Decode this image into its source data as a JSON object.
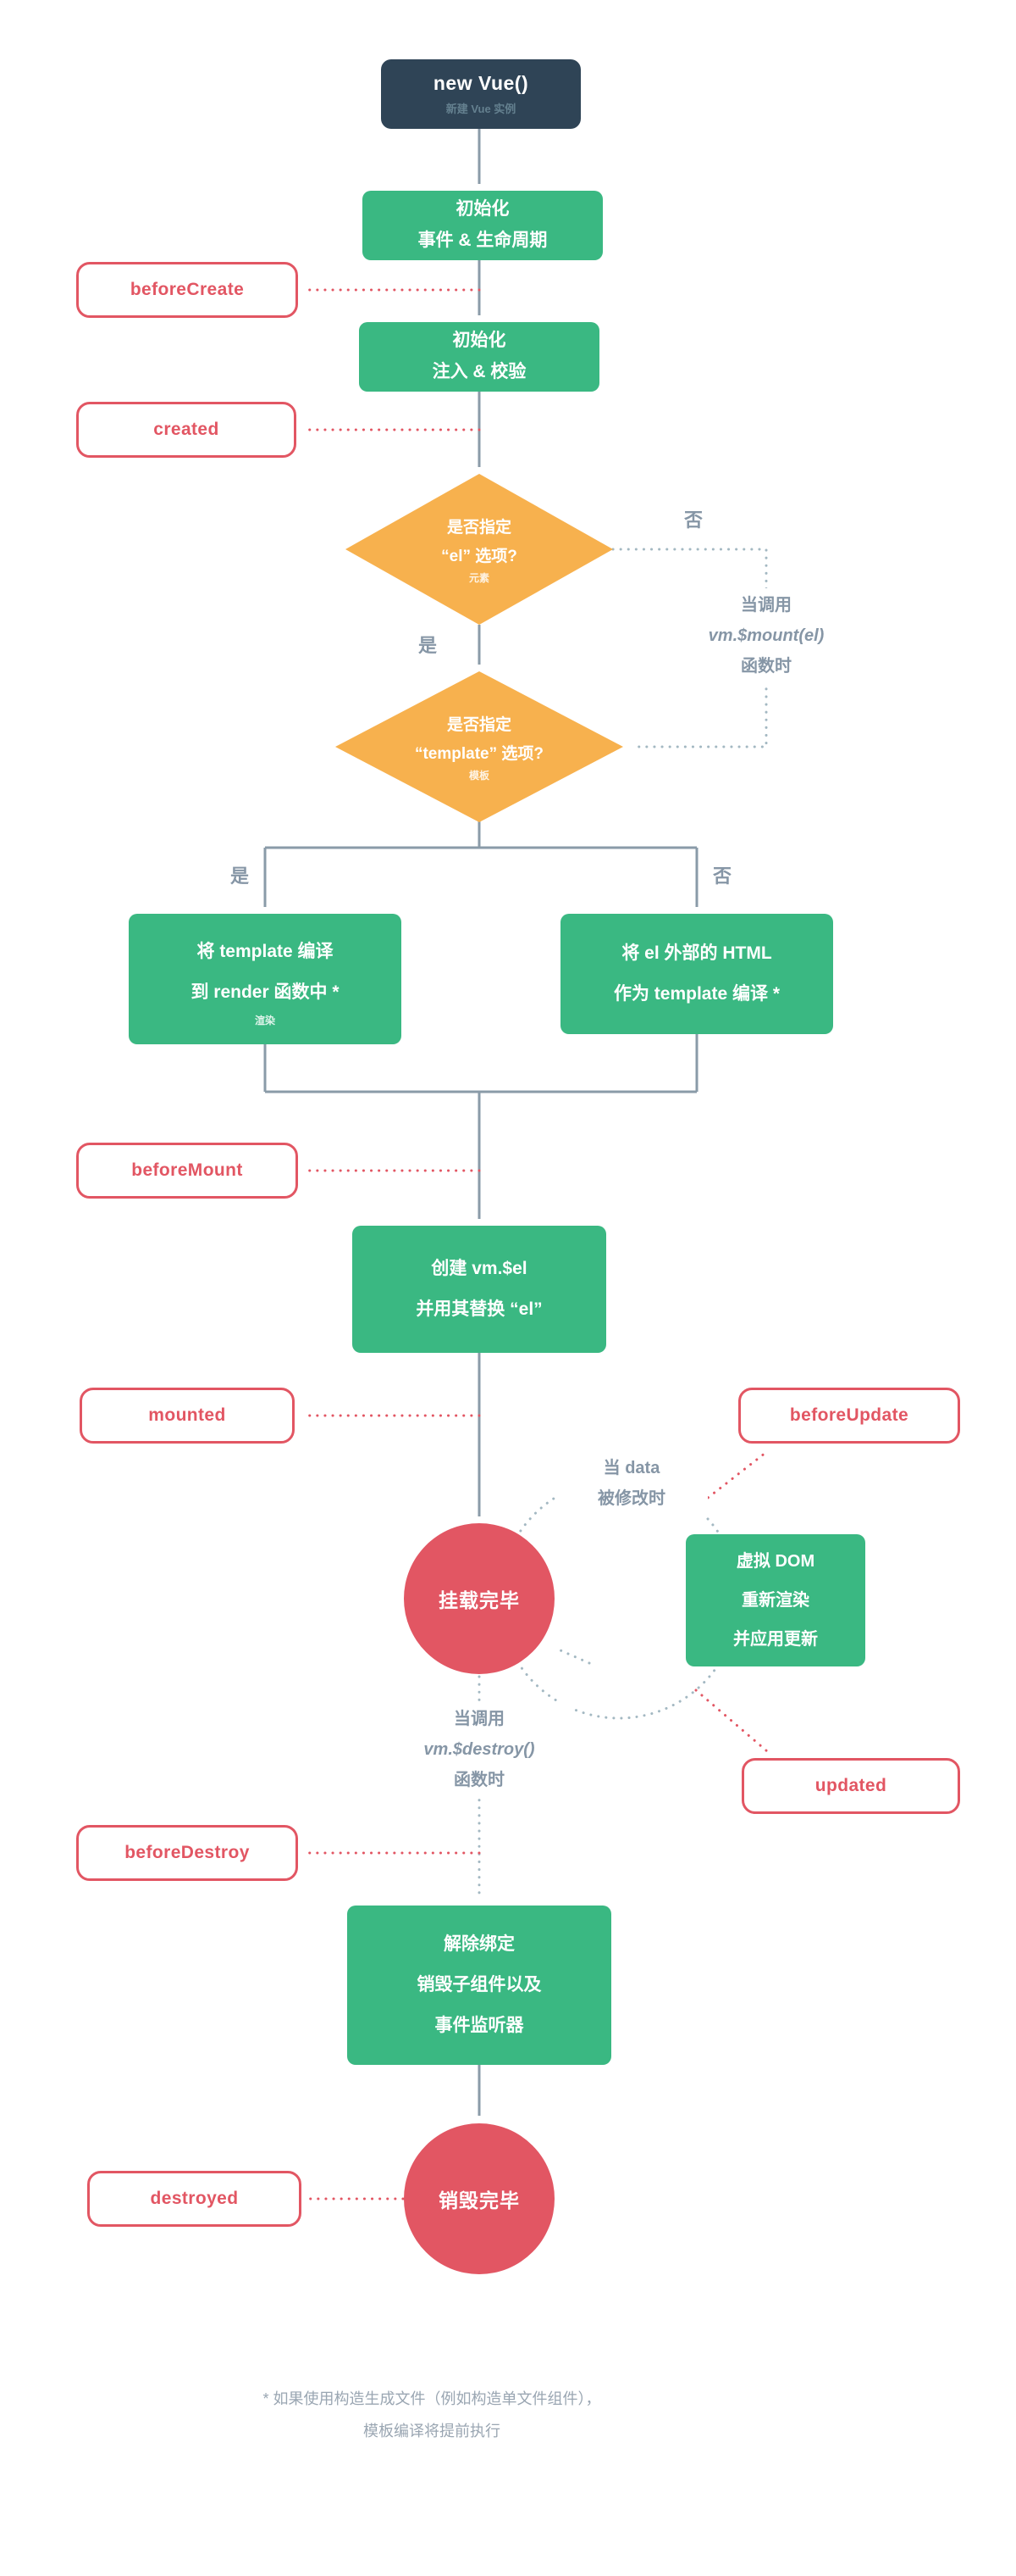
{
  "diagram": {
    "root": {
      "title": "new Vue()",
      "subtitle": "新建 Vue 实例"
    },
    "init_events": {
      "line1": "初始化",
      "line2": "事件 & 生命周期"
    },
    "init_injections": {
      "line1": "初始化",
      "line2": "注入 & 校验"
    },
    "el_decision": {
      "line1": "是否指定",
      "line2": "“el” 选项?",
      "note": "元素"
    },
    "template_decision": {
      "line1": "是否指定",
      "line2": "“template” 选项?",
      "note": "模板"
    },
    "compile_template": {
      "line1": "将 template 编译",
      "line2": "到 render 函数中 *",
      "note": "渲染"
    },
    "compile_outer_html": {
      "line1": "将 el 外部的 HTML",
      "line2": "作为 template 编译 *"
    },
    "create_vm_el": {
      "line1": "创建 vm.$el",
      "line2": "并用其替换 “el”"
    },
    "mounted_state": "挂载完毕",
    "virtual_dom": {
      "line1": "虚拟 DOM",
      "line2": "重新渲染",
      "line3": "并应用更新"
    },
    "teardown": {
      "line1": "解除绑定",
      "line2": "销毁子组件以及",
      "line3": "事件监听器"
    },
    "destroyed_state": "销毁完毕",
    "hooks": {
      "before_create": "beforeCreate",
      "created": "created",
      "before_mount": "beforeMount",
      "mounted": "mounted",
      "before_update": "beforeUpdate",
      "updated": "updated",
      "before_destroy": "beforeDestroy",
      "destroyed": "destroyed"
    },
    "labels": {
      "el_no": "否",
      "el_yes": "是",
      "template_yes": "是",
      "template_no": "否",
      "mount_call_line1": "当调用",
      "mount_call_line2": "vm.$mount(el)",
      "mount_call_line3": "函数时",
      "data_change_line1": "当 data",
      "data_change_line2": "被修改时",
      "destroy_call_line1": "当调用",
      "destroy_call_line2": "vm.$destroy()",
      "destroy_call_line3": "函数时"
    },
    "footnote": {
      "line1": "* 如果使用构造生成文件（例如构造单文件组件），",
      "line2": "模板编译将提前执行"
    },
    "colors": {
      "green": "#3AB882",
      "navy": "#2F4456",
      "orange": "#F7B14E",
      "red": "#E25663",
      "gray_line": "#8A9BA8",
      "teal_dash": "#A3B8C2",
      "label_gray": "#8696A6",
      "note_gray": "#9AA6B2"
    }
  }
}
